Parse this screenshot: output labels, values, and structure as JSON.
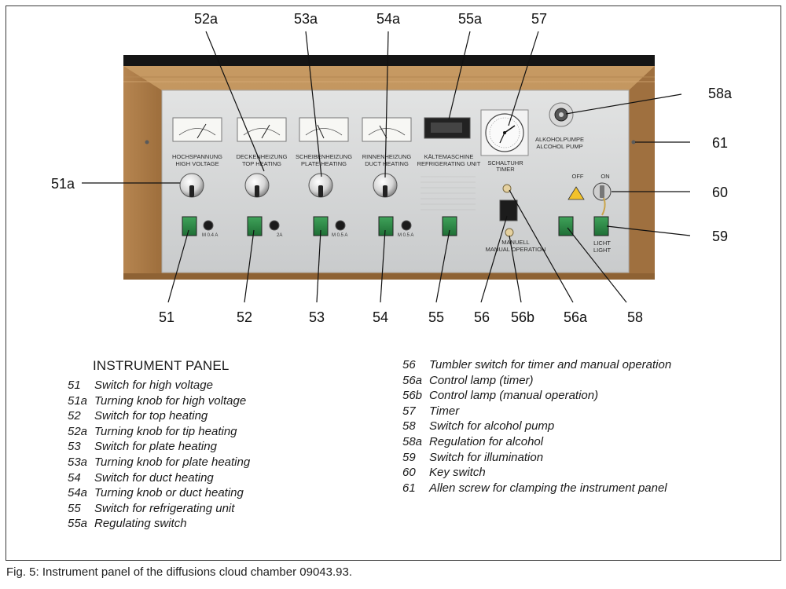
{
  "panel_labels": {
    "hv": [
      "HOCHSPANNUNG",
      "HIGH VOLTAGE"
    ],
    "top": [
      "DECKENHEIZUNG",
      "TOP HEATING"
    ],
    "plate": [
      "SCHEIBENHEIZUNG",
      "PLATE HEATING"
    ],
    "duct": [
      "RINNENHEIZUNG",
      "DUCT HEATING"
    ],
    "refrig": [
      "KÄLTEMASCHINE",
      "REFRIGERATING UNIT"
    ],
    "timer": [
      "SCHALTUHR",
      "TIMER"
    ],
    "pump": [
      "ALKOHOLPUMPE",
      "ALCOHOL PUMP"
    ],
    "off": "OFF",
    "on": "ON",
    "light": [
      "LICHT",
      "LIGHT"
    ],
    "manual": [
      "MANUELL",
      "MANUAL OPERATION"
    ],
    "fuses": [
      "M 0.4 A",
      "2A",
      "M 0.5 A",
      "M 0.5 A"
    ]
  },
  "callouts": {
    "top": [
      "52a",
      "53a",
      "54a",
      "55a",
      "57",
      "58a"
    ],
    "side": [
      "51a",
      "61",
      "60",
      "59"
    ],
    "bottom": [
      "51",
      "52",
      "53",
      "54",
      "55",
      "56",
      "56b",
      "56a",
      "58"
    ]
  },
  "legend": {
    "title": "INSTRUMENT PANEL",
    "left": [
      {
        "num": "51",
        "text": "Switch for high voltage"
      },
      {
        "num": "51a",
        "text": "Turning knob for high voltage"
      },
      {
        "num": "52",
        "text": "Switch for top heating"
      },
      {
        "num": "52a",
        "text": "Turning knob for tip heating"
      },
      {
        "num": "53",
        "text": "Switch for plate heating"
      },
      {
        "num": "53a",
        "text": "Turning knob for plate heating"
      },
      {
        "num": "54",
        "text": "Switch for duct heating"
      },
      {
        "num": "54a",
        "text": "Turning knob or duct heating"
      },
      {
        "num": "55",
        "text": "Switch for refrigerating unit"
      },
      {
        "num": "55a",
        "text": "Regulating switch"
      }
    ],
    "right": [
      {
        "num": "56",
        "text": "Tumbler switch for timer and manual operation"
      },
      {
        "num": "56a",
        "text": "Control lamp (timer)"
      },
      {
        "num": "56b",
        "text": "Control lamp (manual operation)"
      },
      {
        "num": "57",
        "text": "Timer"
      },
      {
        "num": "58",
        "text": "Switch for alcohol pump"
      },
      {
        "num": "58a",
        "text": "Regulation for alcohol"
      },
      {
        "num": "59",
        "text": "Switch for illumination"
      },
      {
        "num": "60",
        "text": "Key switch"
      },
      {
        "num": "61",
        "text": "Allen screw for clamping the instrument panel"
      }
    ]
  },
  "caption": "Fig. 5: Instrument panel of the diffusions cloud chamber 09043.93."
}
